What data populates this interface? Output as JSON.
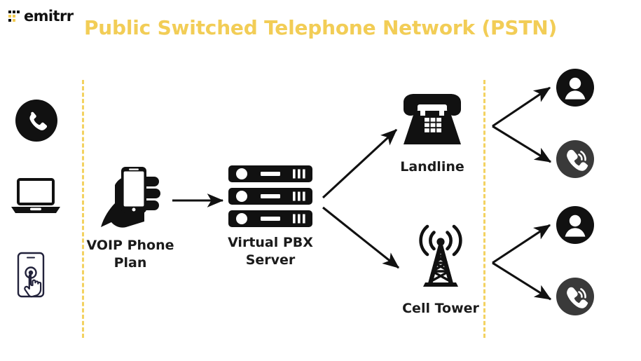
{
  "brand": {
    "name": "emitrr",
    "mark_icon": "dot-matrix-icon",
    "mark_colors": [
      "#111111",
      "#f2c94c"
    ]
  },
  "header": {
    "title": "Public Switched Telephone Network (PSTN)",
    "title_color": "#f2cd56"
  },
  "theme": {
    "accent": "#f2cd56",
    "divider": "#f3d261",
    "ink": "#111111",
    "ink_soft": "#3b3b3b",
    "outline": "#22223b",
    "background": "#ffffff"
  },
  "dividers": [
    {
      "name": "divider-left",
      "style": "dashed",
      "color": "#f3d261"
    },
    {
      "name": "divider-right",
      "style": "dashed",
      "color": "#f3d261"
    }
  ],
  "sources": [
    {
      "icon": "phone-call-icon",
      "label": ""
    },
    {
      "icon": "laptop-icon",
      "label": ""
    },
    {
      "icon": "mobile-touch-icon",
      "label": ""
    }
  ],
  "flow": {
    "voip": {
      "label": "VOIP Phone\nPlan",
      "icon": "hand-holding-phone-icon"
    },
    "pbx": {
      "label": "Virtual PBX\nServer",
      "icon": "server-rack-icon"
    },
    "landline": {
      "label": "Landline",
      "icon": "desk-phone-icon"
    },
    "celltower": {
      "label": "Cell Tower",
      "icon": "cell-tower-icon"
    }
  },
  "destinations": [
    {
      "icon": "user-avatar-icon",
      "label": ""
    },
    {
      "icon": "incoming-call-icon",
      "label": ""
    },
    {
      "icon": "user-avatar-icon",
      "label": ""
    },
    {
      "icon": "incoming-call-icon",
      "label": ""
    }
  ],
  "arrows": [
    {
      "name": "arrow-voip-to-pbx",
      "from": "voip",
      "to": "pbx"
    },
    {
      "name": "arrow-pbx-to-landline",
      "from": "pbx",
      "to": "landline"
    },
    {
      "name": "arrow-pbx-to-celltower",
      "from": "pbx",
      "to": "celltower"
    },
    {
      "name": "arrow-landline-to-user",
      "from": "landline",
      "to": "user-1"
    },
    {
      "name": "arrow-landline-to-call",
      "from": "landline",
      "to": "call-1"
    },
    {
      "name": "arrow-celltower-to-user",
      "from": "celltower",
      "to": "user-2"
    },
    {
      "name": "arrow-celltower-to-call",
      "from": "celltower",
      "to": "call-2"
    }
  ]
}
